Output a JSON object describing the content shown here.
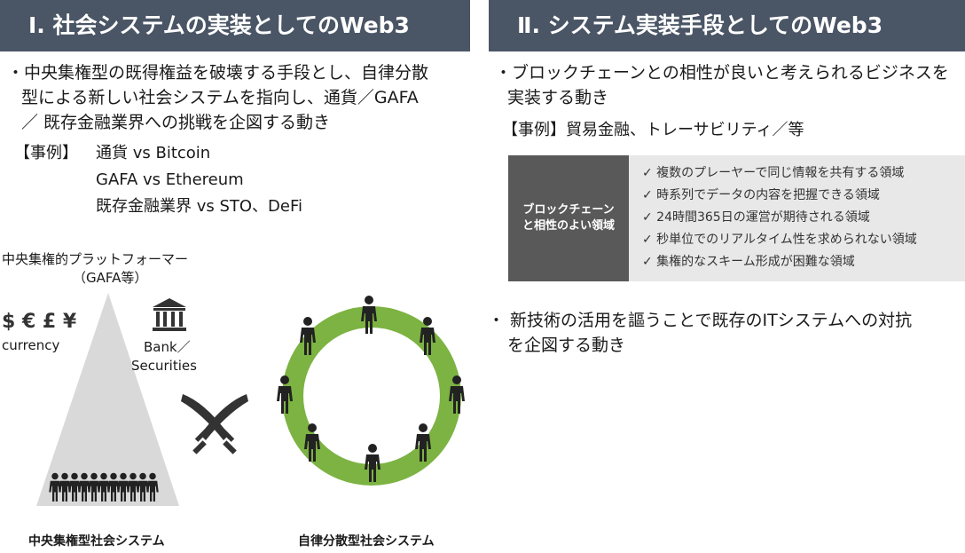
{
  "left": {
    "header": "Ⅰ. 社会システムの実装としてのWeb3",
    "bullet_lines": [
      "・中央集権型の既得権益を破壊する手段とし、自律分散",
      "型による新しい社会システムを指向し、通貨／GAFA",
      "／ 既存金融業界への挑戦を企図する動き"
    ],
    "example_label": "【事例】",
    "examples": [
      "通貨 vs Bitcoin",
      "GAFA vs Ethereum",
      "既存金融業界 vs STO、DeFi"
    ],
    "diagram": {
      "platform_line1": "中央集権的プラットフォーマー",
      "platform_line2": "（GAFA等）",
      "currency_symbols": "$ € £ ¥",
      "currency_label": "currency",
      "bank_label_1": "Bank／",
      "bank_label_2": "Securities",
      "central_caption": "中央集権型社会システム",
      "distributed_caption": "自律分散型社会システム"
    }
  },
  "right": {
    "header": "Ⅱ. システム実装手段としてのWeb3",
    "bullet1_lines": [
      "・ブロックチェーンとの相性が良いと考えられるビジネスを",
      "実装する動き"
    ],
    "example_line": "【事例】貿易金融、トレーサビリティ／等",
    "box_label_1": "ブロックチェーン",
    "box_label_2": "と相性のよい領域",
    "checks": [
      "✓ 複数のプレーヤーで同じ情報を共有する領域",
      "✓ 時系列でデータの内容を把握できる領域",
      "✓ 24時間365日の運営が期待される領域",
      "✓ 秒単位でのリアルタイム性を求められない領域",
      "✓ 集権的なスキーム形成が困難な領域"
    ],
    "bullet2_lines": [
      "・ 新技術の活用を謳うことで既存のITシステムへの対抗",
      "を企図する動き"
    ]
  },
  "colors": {
    "header_bg": "#4a5565",
    "ring": "#7cb342",
    "triangle": "#d9d9d9",
    "box_dark": "#595959",
    "box_light": "#e8e8e8"
  },
  "icons": [
    "bank-icon",
    "crossed-swords-icon",
    "person-icon"
  ]
}
